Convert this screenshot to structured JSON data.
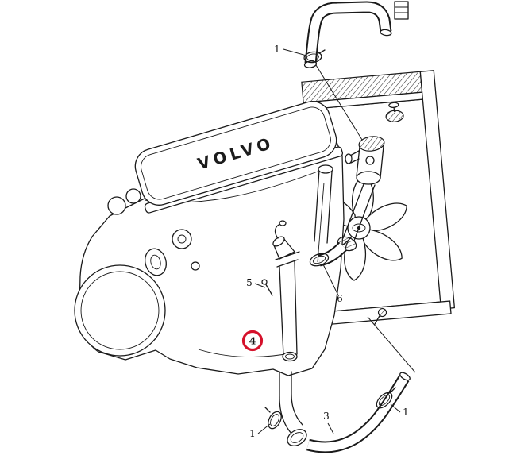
{
  "diagram": {
    "type": "exploded-parts-diagram",
    "brand_text": "VOLVO",
    "background_color": "#ffffff",
    "line_color": "#1a1a1a",
    "highlight": {
      "ring_color": "#d5112b",
      "style": "circled"
    },
    "callouts": [
      {
        "label": "1",
        "position": "upper-hose-clamp"
      },
      {
        "label": "5",
        "position": "mid-left-bolt"
      },
      {
        "label": "6",
        "position": "mid-clamp"
      },
      {
        "label": "4",
        "position": "center-pipe",
        "highlighted": true
      },
      {
        "label": "3",
        "position": "lower-hose"
      },
      {
        "label": "1",
        "position": "lower-left-clamp"
      },
      {
        "label": "1",
        "position": "lower-right-clamp"
      }
    ]
  }
}
